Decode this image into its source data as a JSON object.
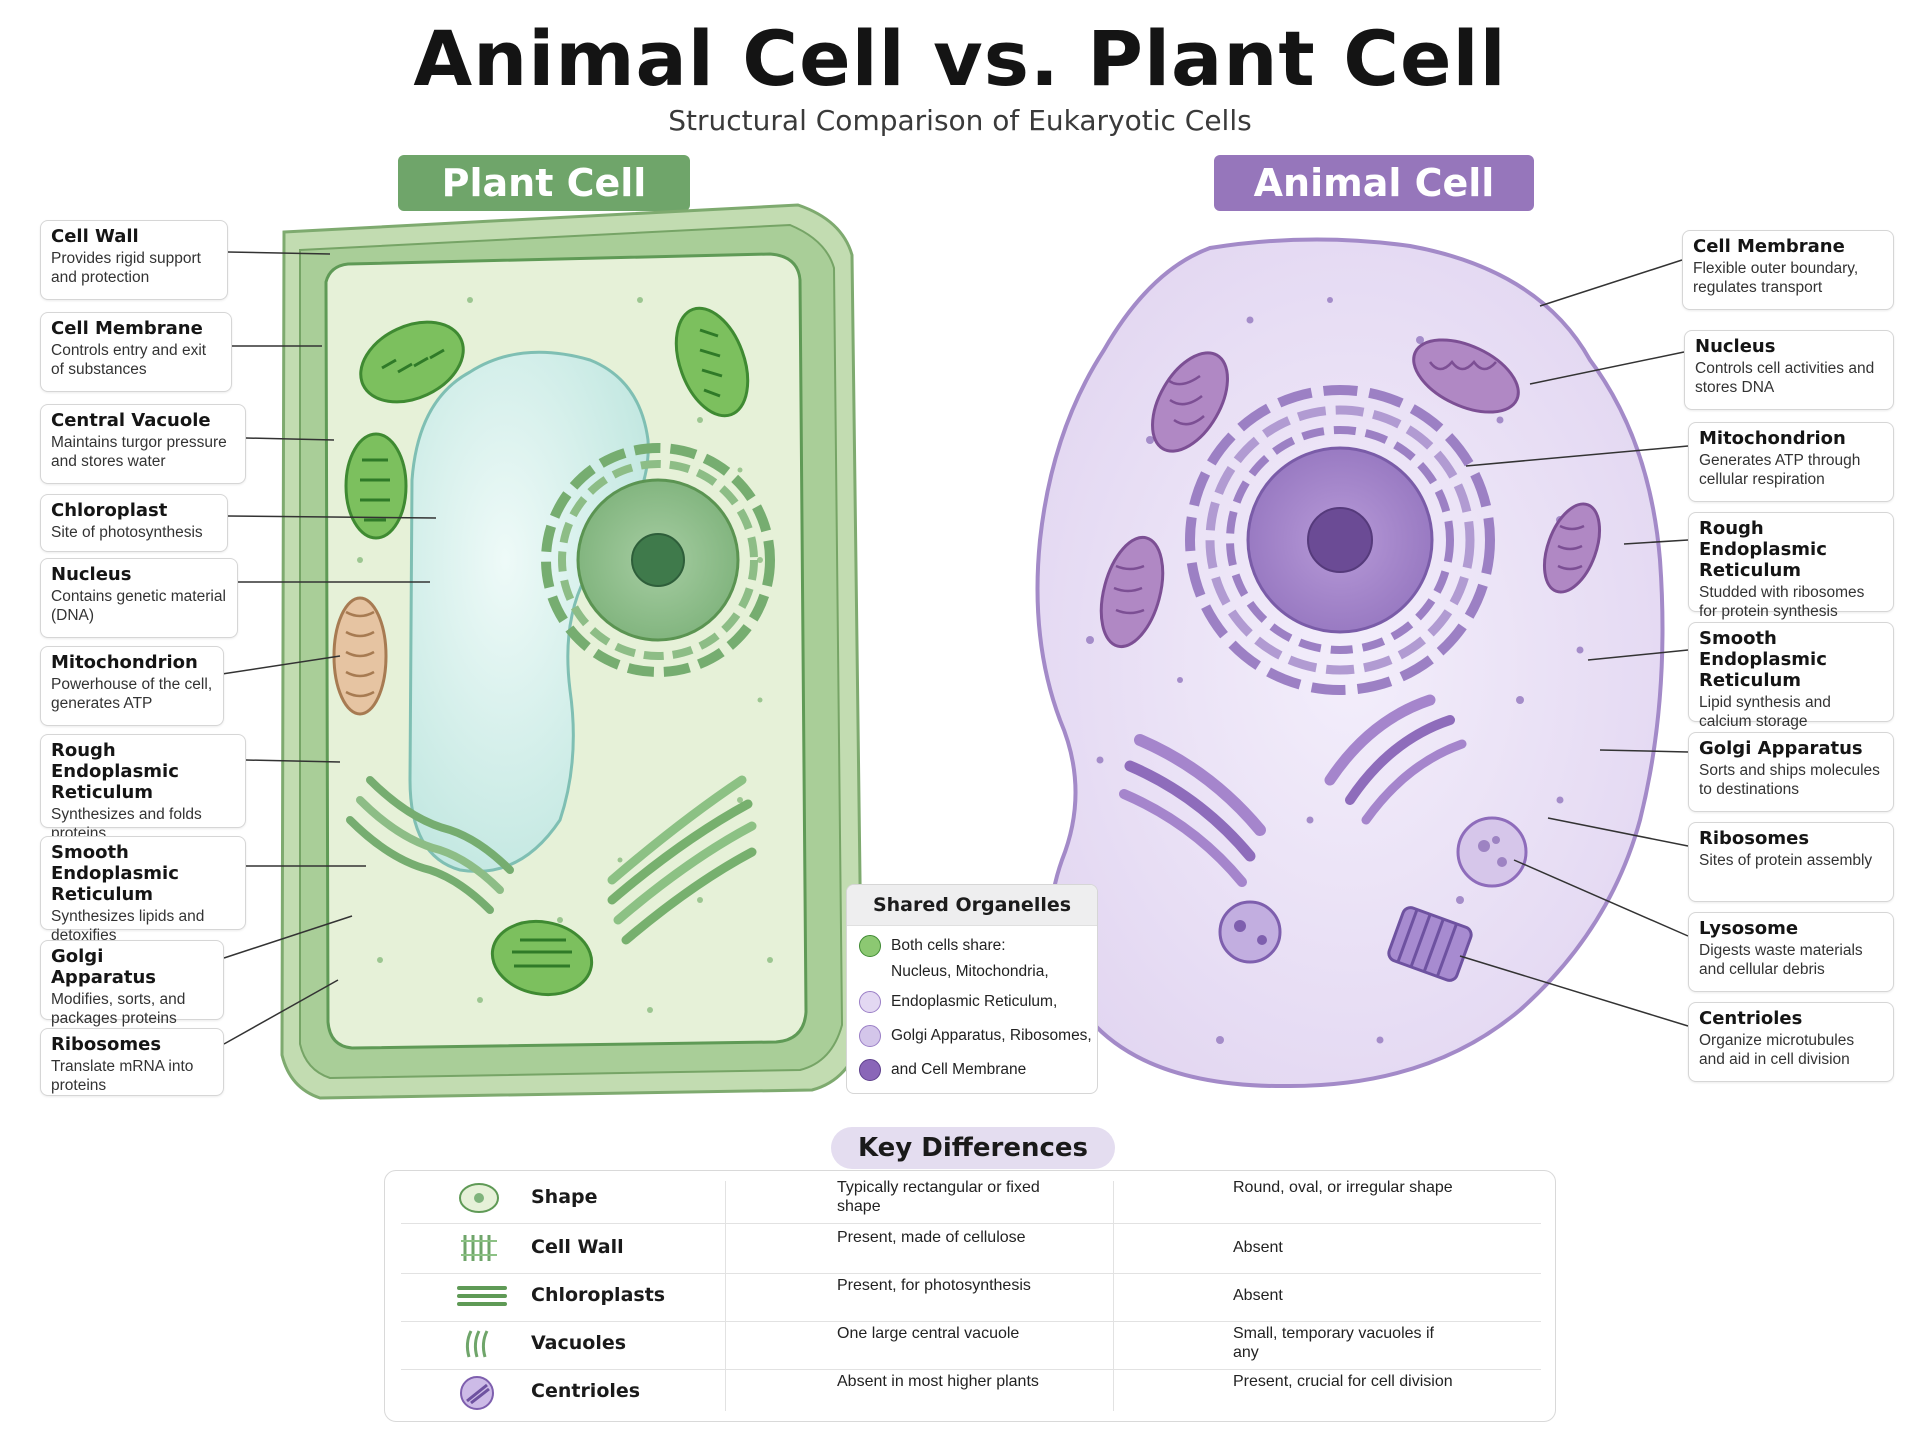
{
  "header": {
    "title": "Animal Cell vs. Plant Cell",
    "subtitle": "Structural Comparison of Eukaryotic Cells"
  },
  "colors": {
    "plant_accent": "#6fa56a",
    "animal_accent": "#9676bb",
    "key_diff_pill": "#e4ddf0"
  },
  "plant": {
    "banner": "Plant Cell",
    "labels": [
      {
        "title": "Cell Wall",
        "desc": "Provides rigid support and protection"
      },
      {
        "title": "Cell Membrane",
        "desc": "Controls entry and exit of substances"
      },
      {
        "title": "Central Vacuole",
        "desc": "Maintains turgor pressure and stores water"
      },
      {
        "title": "Chloroplast",
        "desc": "Site of photosynthesis"
      },
      {
        "title": "Nucleus",
        "desc": "Contains genetic material (DNA)"
      },
      {
        "title": "Mitochondrion",
        "desc": "Powerhouse of the cell, generates ATP"
      },
      {
        "title": "Rough Endoplasmic Reticulum",
        "desc": "Synthesizes and folds proteins"
      },
      {
        "title": "Smooth Endoplasmic Reticulum",
        "desc": "Synthesizes lipids and detoxifies"
      },
      {
        "title": "Golgi Apparatus",
        "desc": "Modifies, sorts, and packages proteins"
      },
      {
        "title": "Ribosomes",
        "desc": "Translate mRNA into proteins"
      }
    ]
  },
  "animal": {
    "banner": "Animal Cell",
    "labels": [
      {
        "title": "Cell Membrane",
        "desc": "Flexible outer boundary, regulates transport"
      },
      {
        "title": "Nucleus",
        "desc": "Controls cell activities and stores DNA"
      },
      {
        "title": "Mitochondrion",
        "desc": "Generates ATP through cellular respiration"
      },
      {
        "title": "Rough Endoplasmic Reticulum",
        "desc": "Studded with ribosomes for protein synthesis"
      },
      {
        "title": "Smooth Endoplasmic Reticulum",
        "desc": "Lipid synthesis and calcium storage"
      },
      {
        "title": "Golgi Apparatus",
        "desc": "Sorts and ships molecules to destinations"
      },
      {
        "title": "Ribosomes",
        "desc": "Sites of protein assembly"
      },
      {
        "title": "Lysosome",
        "desc": "Digests waste materials and cellular debris"
      },
      {
        "title": "Centrioles",
        "desc": "Organize microtubules and aid in cell division"
      }
    ]
  },
  "shared": {
    "title": "Shared Organelles",
    "lines": [
      "Both cells share:",
      "Nucleus, Mitochondria,",
      "Endoplasmic Reticulum,",
      "Golgi Apparatus, Ribosomes,",
      "and Cell Membrane"
    ]
  },
  "key_differences": {
    "title": "Key Differences",
    "rows": [
      {
        "feature": "Shape",
        "plant": "Typically rectangular or fixed shape",
        "animal": "Round, oval, or irregular shape",
        "icon": "cell-shape-icon"
      },
      {
        "feature": "Cell Wall",
        "plant": "Present, made of cellulose",
        "animal": "Absent",
        "icon": "cell-wall-icon"
      },
      {
        "feature": "Chloroplasts",
        "plant": "Present, for photosynthesis",
        "animal": "Absent",
        "icon": "chloroplast-icon"
      },
      {
        "feature": "Vacuoles",
        "plant": "One large central vacuole",
        "animal": "Small, temporary vacuoles if any",
        "icon": "vacuole-icon"
      },
      {
        "feature": "Centrioles",
        "plant": "Absent in most higher plants",
        "animal": "Present, crucial for cell division",
        "icon": "centriole-icon"
      }
    ]
  }
}
